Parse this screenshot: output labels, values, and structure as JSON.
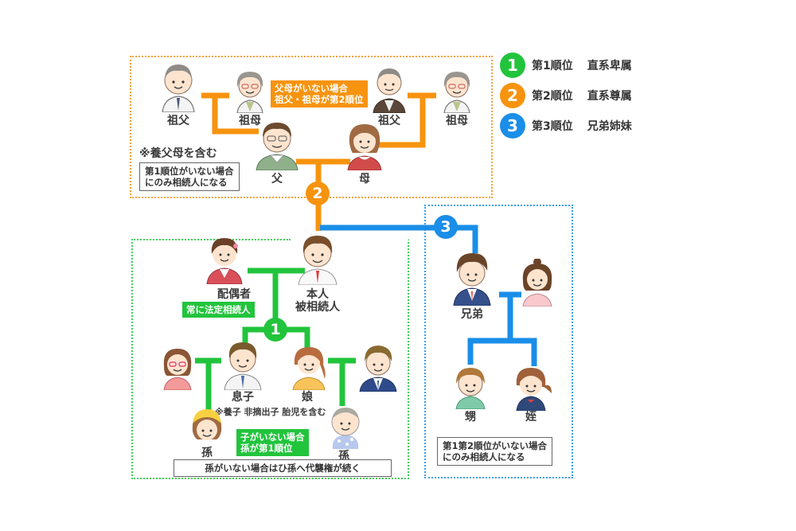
{
  "colors": {
    "first": "#22c43c",
    "second": "#f7930e",
    "third": "#1a8ee8",
    "outline": "#666666"
  },
  "legend": [
    {
      "number": "1",
      "rank": "第1順位",
      "category": "直系卑属",
      "color": "#22c43c"
    },
    {
      "number": "2",
      "rank": "第2順位",
      "category": "直系尊属",
      "color": "#f7930e"
    },
    {
      "number": "3",
      "rank": "第3順位",
      "category": "兄弟姉妹",
      "color": "#1a8ee8"
    }
  ],
  "badges": {
    "first": "1",
    "second": "2",
    "third": "3"
  },
  "ancestors": {
    "paternal_grandfather": "祖父",
    "paternal_grandmother": "祖母",
    "maternal_grandfather": "祖父",
    "maternal_grandmother": "祖母",
    "father": "父",
    "mother": "母",
    "callout": "父母がいない場合\n祖父・祖母が第2順位",
    "adoptive_note": "※養父母を含む",
    "condition_note": "第1順位がいない場合\nにのみ相続人になる"
  },
  "self": {
    "label_line1": "本人",
    "label_line2": "被相続人",
    "spouse": "配偶者",
    "spouse_callout": "常に法定相続人"
  },
  "descendants": {
    "son": "息子",
    "daughter": "娘",
    "grandchild_left": "孫",
    "grandchild_right": "孫",
    "children_note": "※養子 非摘出子 胎児を含む",
    "callout": "子がいない場合\n孫が第1順位",
    "great_grandchild_note": "孫がいない場合はひ孫へ代襲権が続く"
  },
  "siblings": {
    "sibling": "兄弟",
    "nephew": "甥",
    "niece": "姪",
    "condition_note": "第1第2順位がいない場合\nにのみ相続人になる"
  }
}
